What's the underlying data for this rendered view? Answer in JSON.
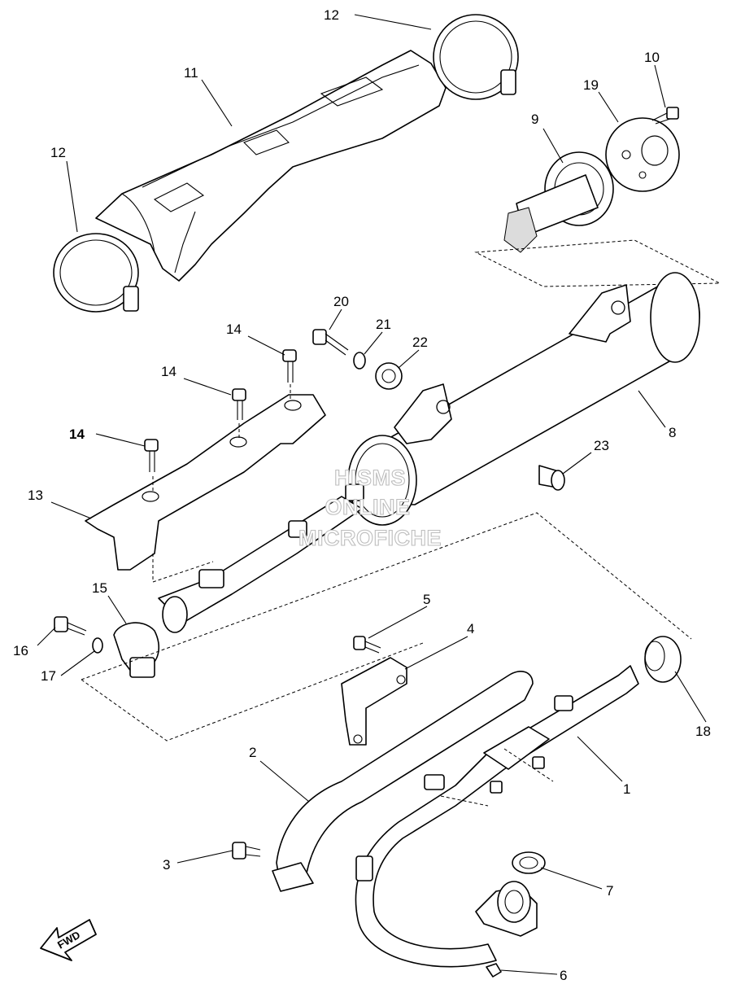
{
  "callouts": {
    "c1": "1",
    "c2": "2",
    "c3": "3",
    "c4": "4",
    "c5": "5",
    "c6": "6",
    "c7": "7",
    "c8": "8",
    "c9": "9",
    "c10": "10",
    "c11": "11",
    "c12a": "12",
    "c12b": "12",
    "c13": "13",
    "c14a": "14",
    "c14b": "14",
    "c14c": "14",
    "c15": "15",
    "c16": "16",
    "c17": "17",
    "c18": "18",
    "c19": "19",
    "c20": "20",
    "c21": "21",
    "c22": "22",
    "c23": "23"
  },
  "watermark": {
    "line1": "HISMS",
    "line2": "ONLINE",
    "line3": "MICROFICHE"
  },
  "fwd_label": "FWD"
}
